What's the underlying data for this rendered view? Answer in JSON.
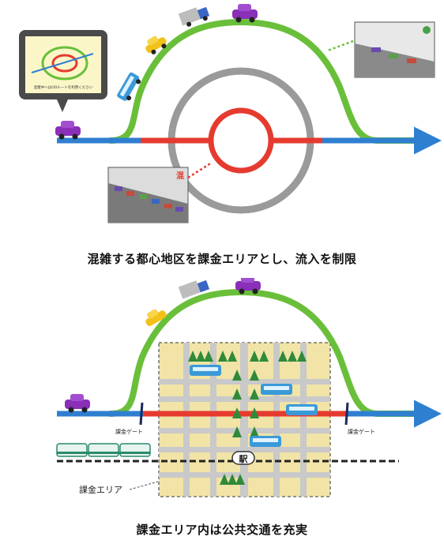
{
  "top_diagram": {
    "callout_sign_text": "混雑中へはOOルートを利用ください",
    "congestion_sign": "混"
  },
  "caption_top": "混雑する都心地区を課金エリアとし、流入を制限",
  "bottom_diagram": {
    "gate_label_left": "課金ゲート",
    "gate_label_right": "課金ゲート",
    "station_label": "駅",
    "area_label": "課金エリア"
  },
  "caption_bottom": "課金エリア内は公共交通を充実",
  "colors": {
    "road": "#2f7fd1",
    "bypass": "#6abf3a",
    "congestion": "#e53b2f",
    "ring_road": "#9a9a9a",
    "area_fill": "#f1e4a6"
  }
}
